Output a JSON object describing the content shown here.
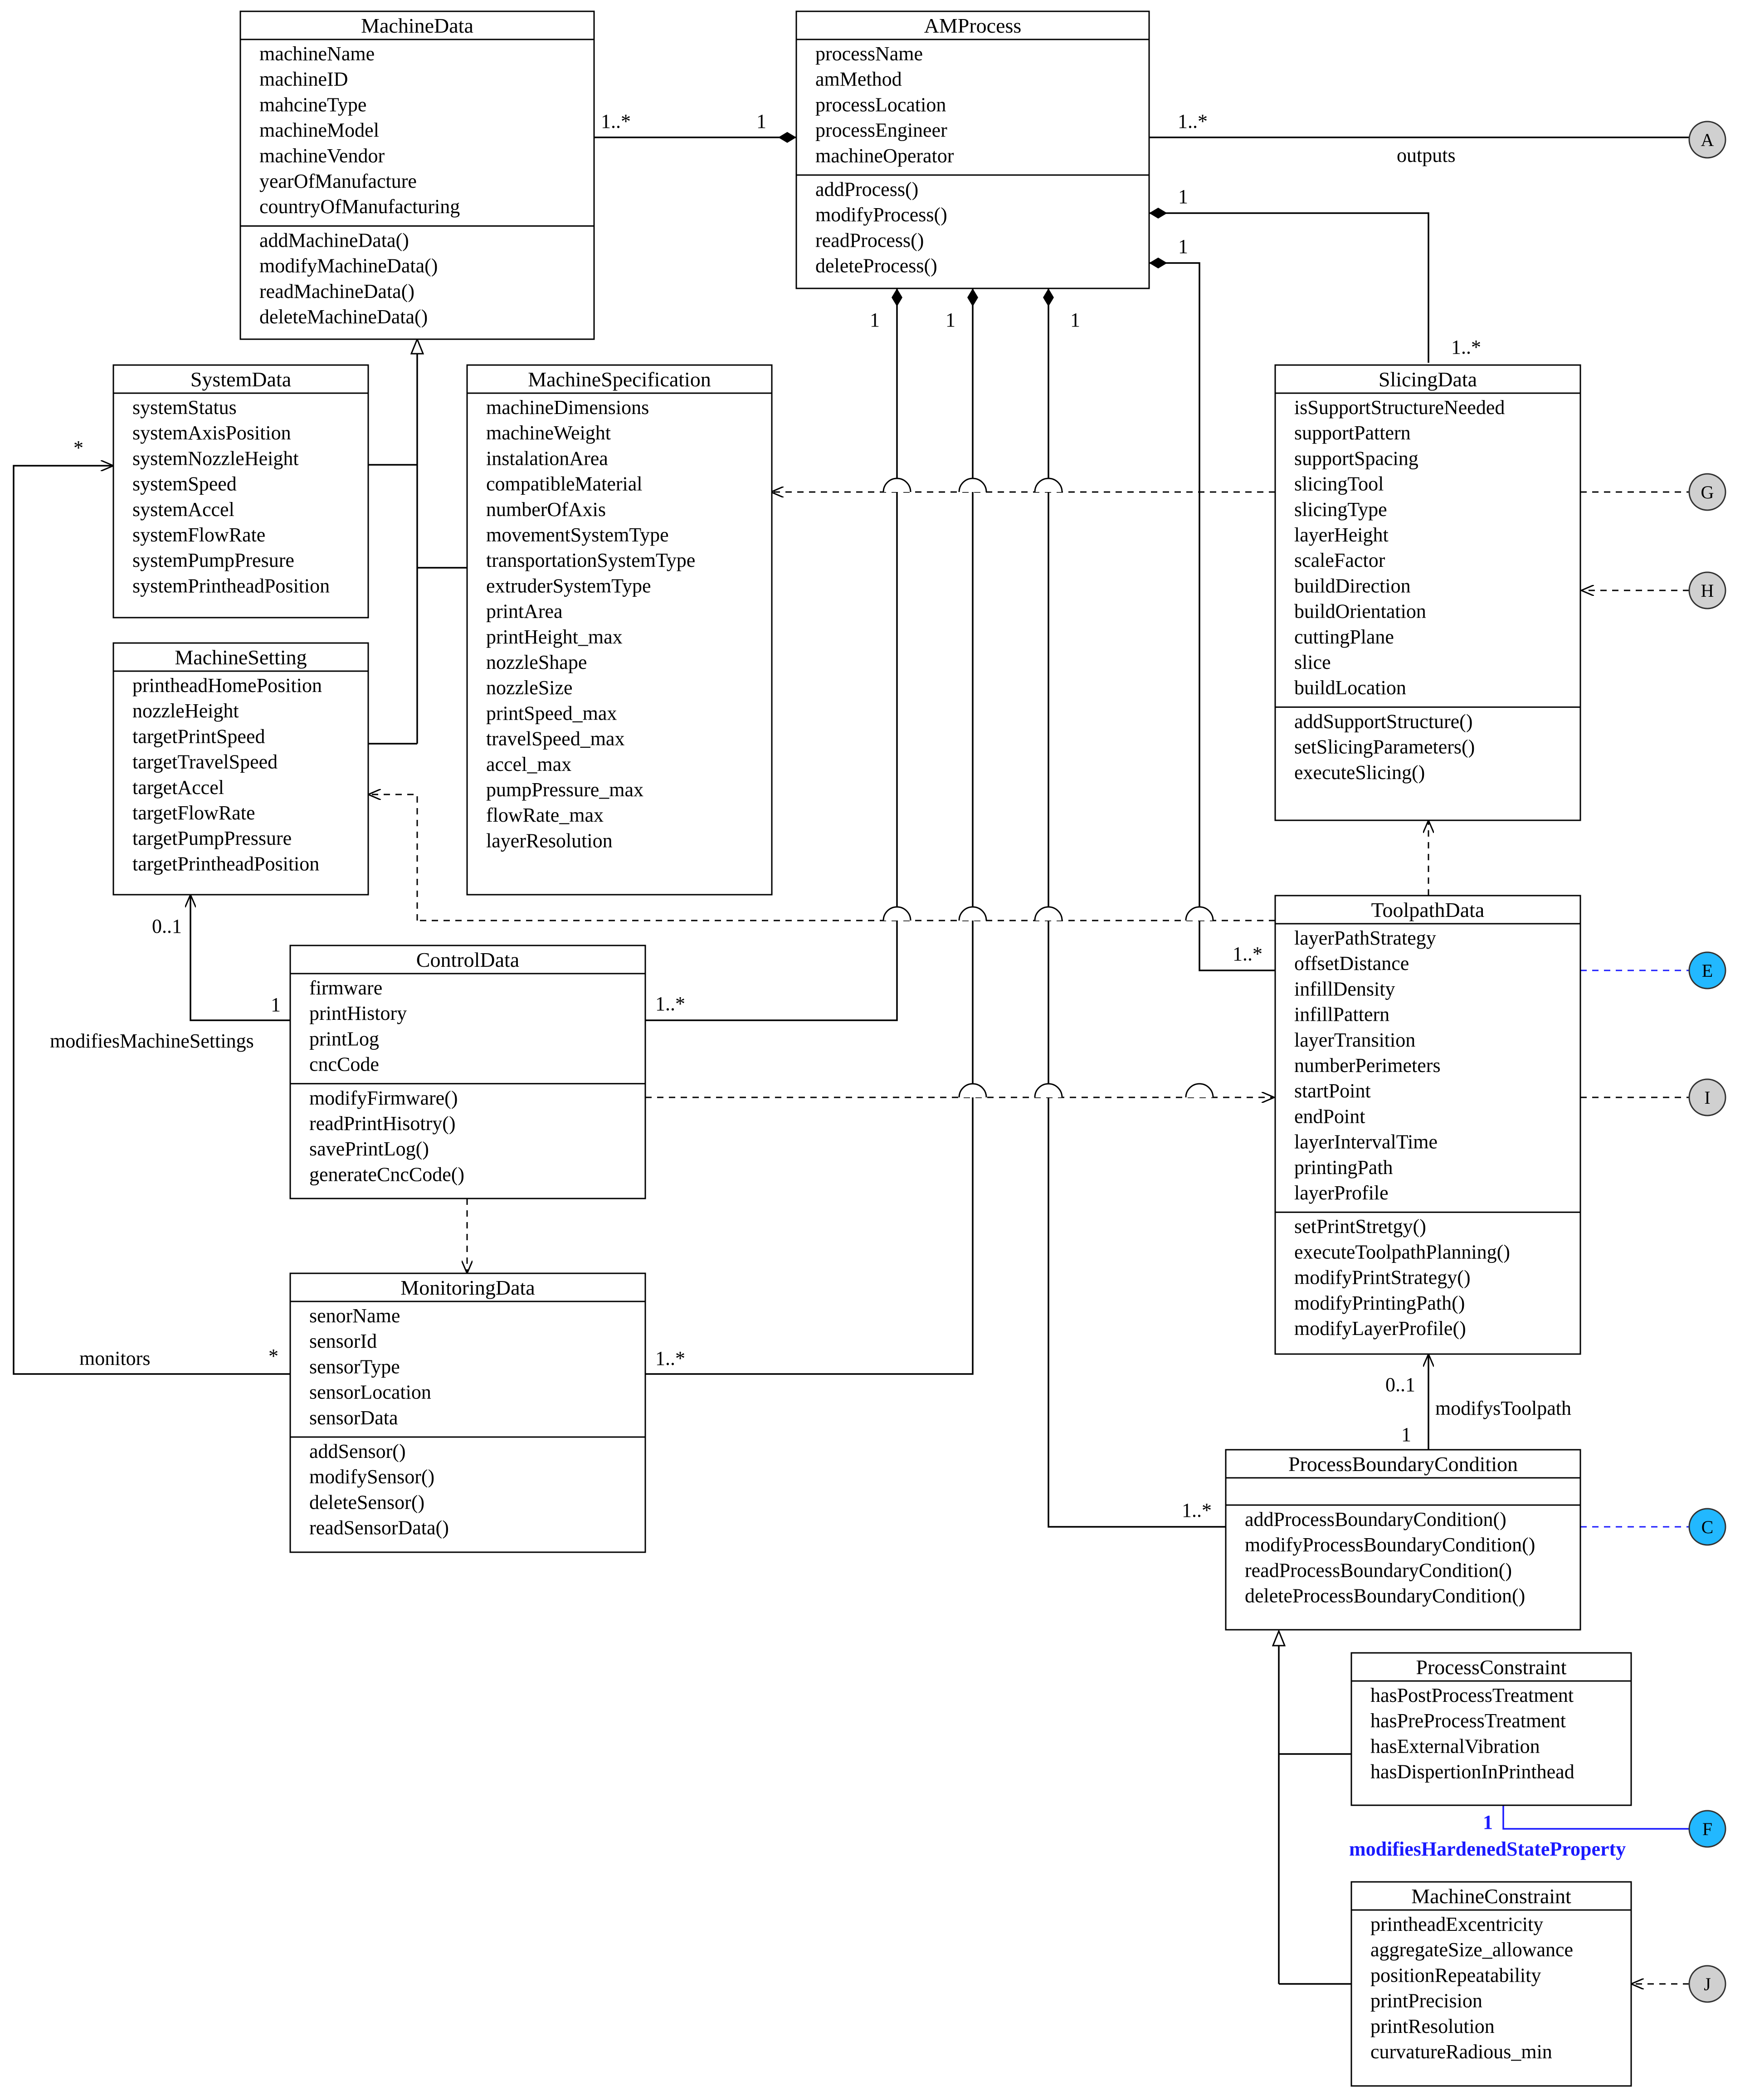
{
  "classes": {
    "machine_data": {
      "name": "MachineData",
      "attributes": [
        "machineName",
        "machineID",
        "mahcineType",
        "machineModel",
        "machineVendor",
        "yearOfManufacture",
        "countryOfManufacturing"
      ],
      "methods": [
        "addMachineData()",
        "modifyMachineData()",
        "readMachineData()",
        "deleteMachineData()"
      ]
    },
    "am_process": {
      "name": "AMProcess",
      "attributes": [
        "processName",
        "amMethod",
        "processLocation",
        "processEngineer",
        "machineOperator"
      ],
      "methods": [
        "addProcess()",
        "modifyProcess()",
        "readProcess()",
        "deleteProcess()"
      ]
    },
    "system_data": {
      "name": "SystemData",
      "attributes": [
        "systemStatus",
        "systemAxisPosition",
        "systemNozzleHeight",
        "systemSpeed",
        "systemAccel",
        "systemFlowRate",
        "systemPumpPresure",
        "systemPrintheadPosition"
      ]
    },
    "machine_specification": {
      "name": "MachineSpecification",
      "attributes": [
        "machineDimensions",
        "machineWeight",
        "instalationArea",
        "compatibleMaterial",
        "numberOfAxis",
        "movementSystemType",
        "transportationSystemType",
        "extruderSystemType",
        "printArea",
        "printHeight_max",
        "nozzleShape",
        "nozzleSize",
        "printSpeed_max",
        "travelSpeed_max",
        "accel_max",
        "pumpPressure_max",
        "flowRate_max",
        "layerResolution"
      ]
    },
    "slicing_data": {
      "name": "SlicingData",
      "attributes": [
        "isSupportStructureNeeded",
        "supportPattern",
        "supportSpacing",
        "slicingTool",
        "slicingType",
        "layerHeight",
        "scaleFactor",
        "buildDirection",
        "buildOrientation",
        "cuttingPlane",
        "slice",
        "buildLocation"
      ],
      "methods": [
        "addSupportStructure()",
        "setSlicingParameters()",
        "executeSlicing()"
      ]
    },
    "machine_setting": {
      "name": "MachineSetting",
      "attributes": [
        "printheadHomePosition",
        "nozzleHeight",
        "targetPrintSpeed",
        "targetTravelSpeed",
        "targetAccel",
        "targetFlowRate",
        "targetPumpPressure",
        "targetPrintheadPosition"
      ]
    },
    "control_data": {
      "name": "ControlData",
      "attributes": [
        "firmware",
        "printHistory",
        "printLog",
        "cncCode"
      ],
      "methods": [
        "modifyFirmware()",
        "readPrintHisotry()",
        "savePrintLog()",
        "generateCncCode()"
      ]
    },
    "toolpath_data": {
      "name": "ToolpathData",
      "attributes": [
        "layerPathStrategy",
        "offsetDistance",
        "infillDensity",
        "infillPattern",
        "layerTransition",
        "numberPerimeters",
        "startPoint",
        "endPoint",
        "layerIntervalTime",
        "printingPath",
        "layerProfile"
      ],
      "methods": [
        "setPrintStretgy()",
        "executeToolpathPlanning()",
        "modifyPrintStrategy()",
        "modifyPrintingPath()",
        "modifyLayerProfile()"
      ]
    },
    "monitoring_data": {
      "name": "MonitoringData",
      "attributes": [
        "senorName",
        "sensorId",
        "sensorType",
        "sensorLocation",
        "sensorData"
      ],
      "methods": [
        "addSensor()",
        "modifySensor()",
        "deleteSensor()",
        "readSensorData()"
      ]
    },
    "process_boundary_condition": {
      "name": "ProcessBoundaryCondition",
      "attributes": [],
      "methods": [
        "addProcessBoundaryCondition()",
        "modifyProcessBoundaryCondition()",
        "readProcessBoundaryCondition()",
        "deleteProcessBoundaryCondition()"
      ]
    },
    "process_constraint": {
      "name": "ProcessConstraint",
      "attributes": [
        "hasPostProcessTreatment",
        "hasPreProcessTreatment",
        "hasExternalVibration",
        "hasDispertionInPrinthead"
      ]
    },
    "machine_constraint": {
      "name": "MachineConstraint",
      "attributes": [
        "printheadExcentricity",
        "aggregateSize_allowance",
        "positionRepeatability",
        "printPrecision",
        "printResolution",
        "curvatureRadious_min"
      ]
    }
  },
  "labels": {
    "md_am_mult_left": "1..*",
    "md_am_mult_right": "1",
    "am_out_mult": "1..*",
    "outputs": "outputs",
    "am_slicing_1": "1",
    "am_toolpath_1": "1",
    "am_control_1": "1",
    "am_monitoring_1": "1",
    "am_pbc_1": "1",
    "slicing_mult": "1..*",
    "toolpath_mult": "1..*",
    "control_mult": "1..*",
    "monitoring_mult": "1..*",
    "pbc_mult": "1..*",
    "system_star": "*",
    "monitors_star": "*",
    "monitors": "monitors",
    "setting_mult": "0..1",
    "control_setting_1": "1",
    "modifies_machine_settings": "modifiesMachineSettings",
    "toolpath_mult_01": "0..1",
    "pbc_toolpath_1": "1",
    "modifys_toolpath": "modifysToolpath",
    "pc_f_1": "1",
    "modifies_hardened": "modifiesHardenedStateProperty"
  },
  "connectors": [
    {
      "key": "A",
      "letter": "A",
      "color": "#d0d0d0"
    },
    {
      "key": "G",
      "letter": "G",
      "color": "#d0d0d0"
    },
    {
      "key": "H",
      "letter": "H",
      "color": "#d0d0d0"
    },
    {
      "key": "E",
      "letter": "E",
      "color": "#22b8ff"
    },
    {
      "key": "I",
      "letter": "I",
      "color": "#d0d0d0"
    },
    {
      "key": "C",
      "letter": "C",
      "color": "#22b8ff"
    },
    {
      "key": "F",
      "letter": "F",
      "color": "#22b8ff"
    },
    {
      "key": "J",
      "letter": "J",
      "color": "#d0d0d0"
    }
  ]
}
